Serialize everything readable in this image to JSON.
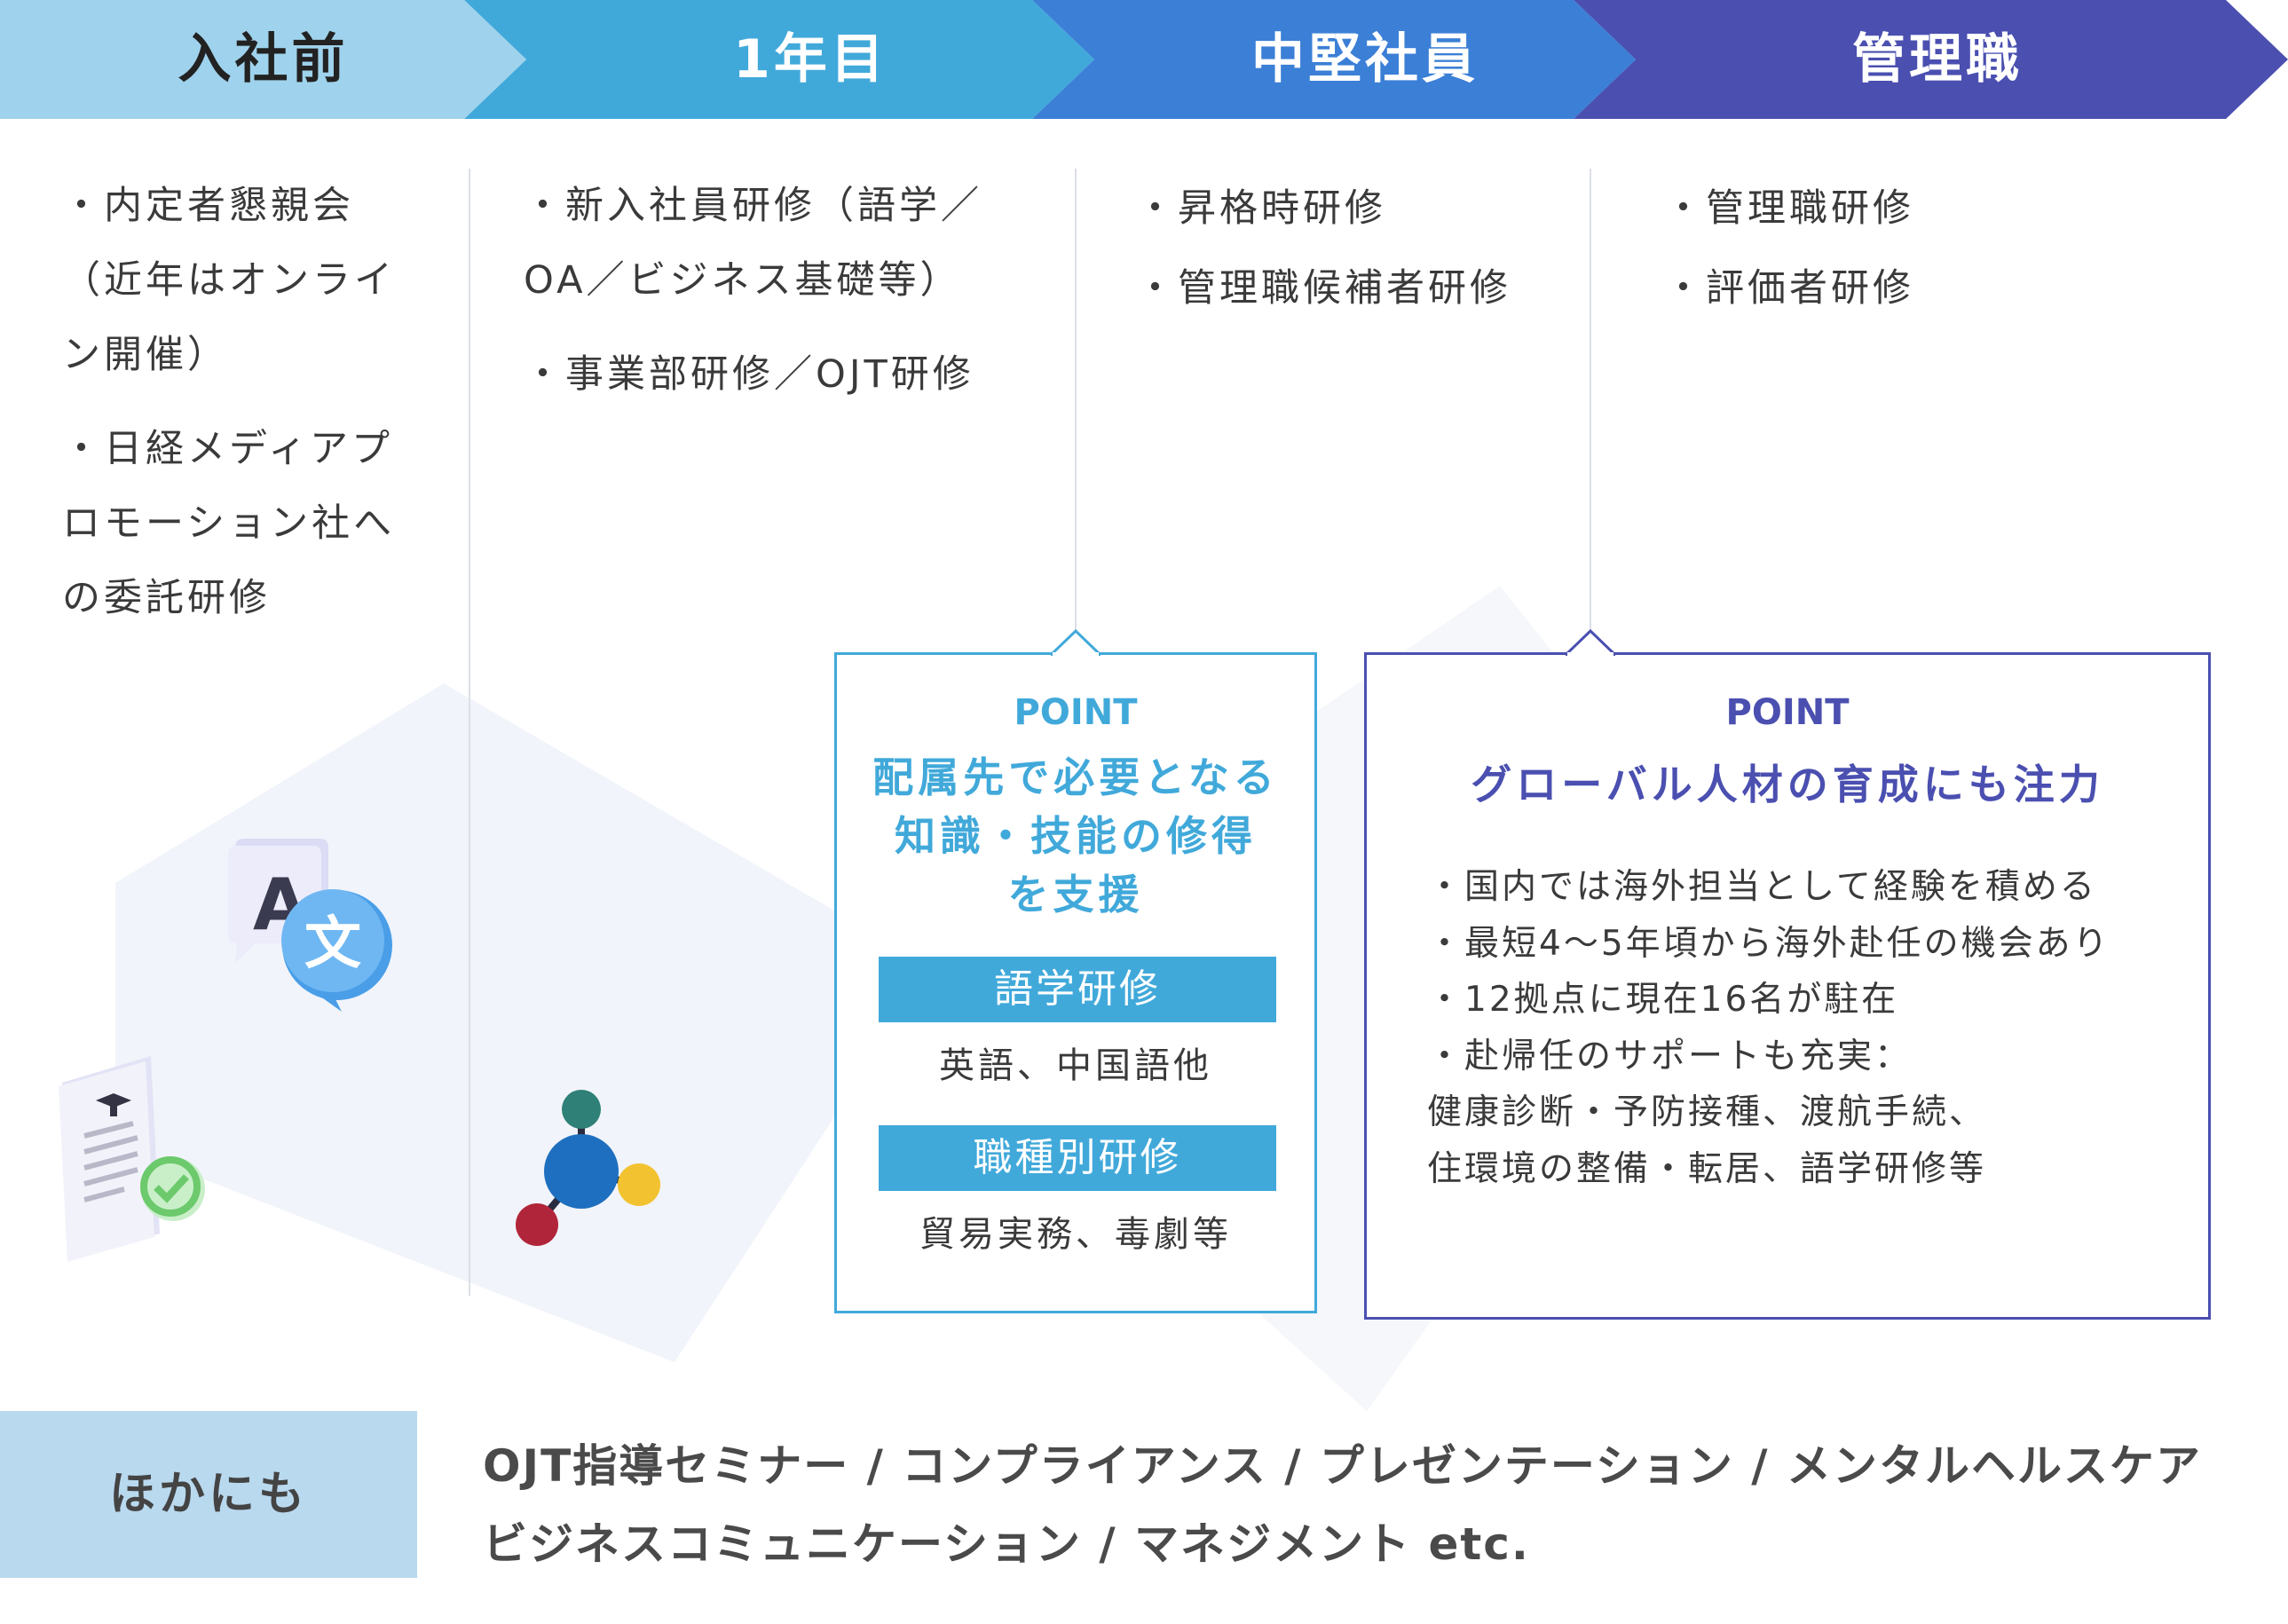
{
  "stages": [
    {
      "label": "入社前",
      "color": "#9fd2ec",
      "text_color": "#222222"
    },
    {
      "label": "1年目",
      "color": "#41a9da",
      "text_color": "#ffffff"
    },
    {
      "label": "中堅社員",
      "color": "#3b7fd6",
      "text_color": "#ffffff"
    },
    {
      "label": "管理職",
      "color": "#4a4fb0",
      "text_color": "#ffffff"
    }
  ],
  "columns": {
    "pre_join": [
      "・内定者懇親会（近年はオンライン開催）",
      "・日経メディアプロモーション社への委託研修"
    ],
    "first_year": [
      "・新入社員研修（語学／OA／ビジネス基礎等）",
      "・事業部研修／OJT研修"
    ],
    "mid_career": [
      "・昇格時研修",
      "・管理職候補者研修"
    ],
    "manager": [
      "・管理職研修",
      "・評価者研修"
    ]
  },
  "point_left": {
    "tag": "POINT",
    "heading_lines": [
      "配属先で必要となる",
      "知識・技能の修得",
      "を支援"
    ],
    "items": [
      {
        "title": "語学研修",
        "detail": "英語、中国語他"
      },
      {
        "title": "職種別研修",
        "detail": "貿易実務、毒劇等"
      }
    ],
    "color": "#41a9da"
  },
  "point_right": {
    "tag": "POINT",
    "heading": "グローバル人材の育成にも注力",
    "bullets": [
      "・国内では海外担当として経験を積める",
      "・最短4〜5年頃から海外赴任の機会あり",
      "・12拠点に現在16名が駐在",
      "・赴帰任のサポートも充実：",
      "健康診断・予防接種、渡航手続、",
      "住環境の整備・転居、語学研修等"
    ],
    "color": "#4a4fb0"
  },
  "others": {
    "tag": "ほかにも",
    "lines": [
      "OJT指導セミナー / コンプライアンス / プレゼンテーション / メンタルヘルスケア",
      "ビジネスコミュニケーション / マネジメント etc."
    ]
  },
  "icons": [
    "translate-icon",
    "certificate-icon",
    "molecule-icon"
  ]
}
